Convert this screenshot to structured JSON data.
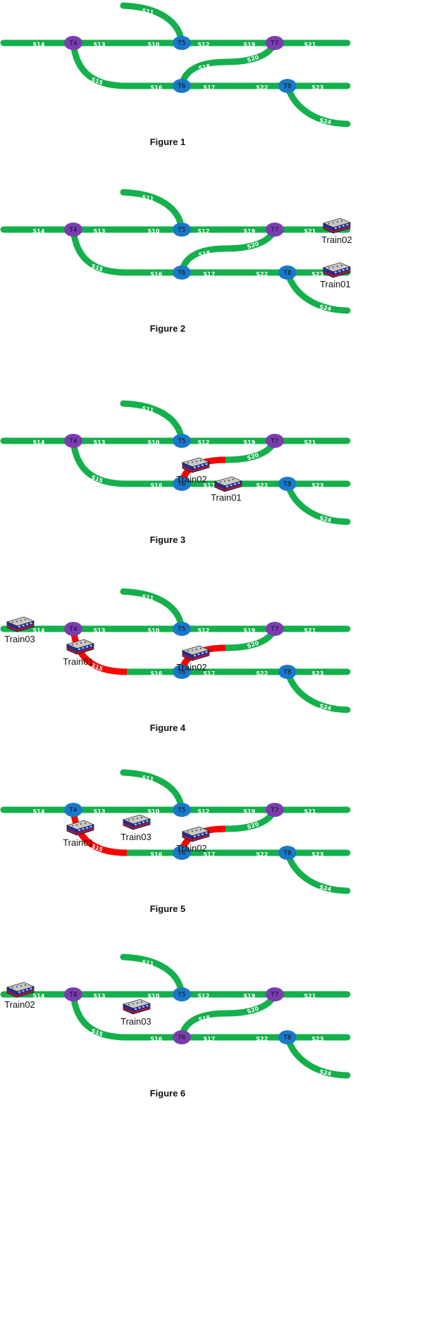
{
  "colors": {
    "track": "#13b04b",
    "occupied": "#ff0000",
    "switch_blue": "#1a78c8",
    "switch_purple": "#7a3db0",
    "label_text": "#ffffff",
    "train_body": "#2b2b9a",
    "train_roof": "#c8c8c8",
    "train_band": "#cc1111"
  },
  "segment_labels": [
    "S14",
    "S13",
    "S10",
    "S11",
    "S12",
    "S19",
    "S21",
    "S15",
    "S16",
    "S17",
    "S18",
    "S20",
    "S22",
    "S23",
    "S24"
  ],
  "figures": [
    {
      "caption": "Figure 1",
      "switch_colors": {
        "T4": "purple",
        "T5": "blue",
        "T6": "blue",
        "T7": "purple",
        "T8": "blue"
      },
      "occupied": [],
      "trains": []
    },
    {
      "caption": "Figure 2",
      "switch_colors": {
        "T4": "purple",
        "T5": "blue",
        "T6": "blue",
        "T7": "purple",
        "T8": "blue"
      },
      "occupied": [],
      "trains": [
        {
          "name": "Train02",
          "segment": "S21"
        },
        {
          "name": "Train01",
          "segment": "S23"
        }
      ]
    },
    {
      "caption": "Figure 3",
      "switch_colors": {
        "T4": "purple",
        "T5": "blue",
        "T6": "blue",
        "T7": "purple",
        "T8": "blue"
      },
      "occupied": [
        "S18"
      ],
      "trains": [
        {
          "name": "Train02",
          "segment": "S18"
        },
        {
          "name": "Train01",
          "segment": "S17"
        }
      ]
    },
    {
      "caption": "Figure 4",
      "switch_colors": {
        "T4": "purple",
        "T5": "blue",
        "T6": "blue",
        "T7": "purple",
        "T8": "blue"
      },
      "occupied": [
        "S15",
        "S18"
      ],
      "trains": [
        {
          "name": "Train03",
          "segment": "S14"
        },
        {
          "name": "Train01",
          "segment": "S15"
        },
        {
          "name": "Train02",
          "segment": "S18"
        }
      ]
    },
    {
      "caption": "Figure 5",
      "switch_colors": {
        "T4": "blue",
        "T5": "blue",
        "T6": "blue",
        "T7": "purple",
        "T8": "blue"
      },
      "occupied": [
        "S15",
        "S18"
      ],
      "trains": [
        {
          "name": "Train03",
          "segment": "S10"
        },
        {
          "name": "Train01",
          "segment": "S15"
        },
        {
          "name": "Train02",
          "segment": "S18"
        }
      ]
    },
    {
      "caption": "Figure 6",
      "switch_colors": {
        "T4": "purple",
        "T5": "blue",
        "T6": "purple",
        "T7": "purple",
        "T8": "blue"
      },
      "occupied": [],
      "trains": [
        {
          "name": "Train02",
          "segment": "S14"
        },
        {
          "name": "Train03",
          "segment": "S10"
        }
      ]
    }
  ]
}
